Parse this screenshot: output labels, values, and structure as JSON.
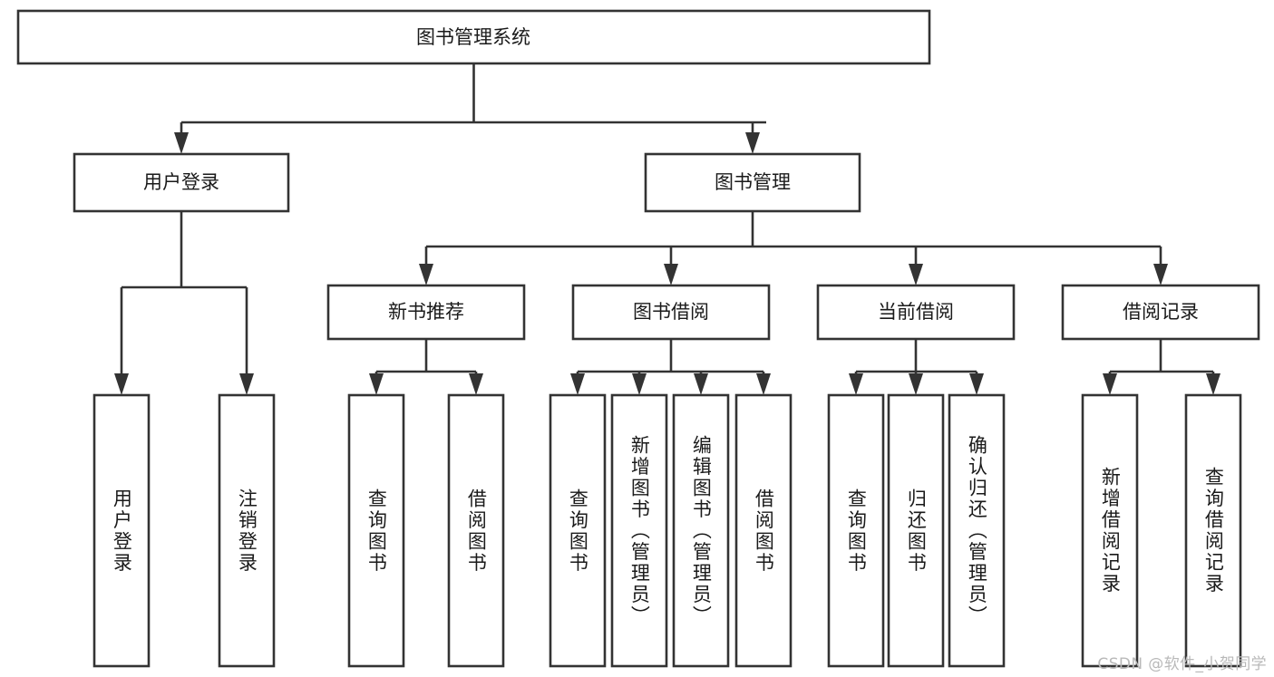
{
  "diagram": {
    "type": "tree",
    "title": "图书管理系统",
    "root": {
      "id": "root",
      "label": "图书管理系统"
    },
    "level2": [
      {
        "id": "user-login",
        "label": "用户登录"
      },
      {
        "id": "book-manage",
        "label": "图书管理"
      }
    ],
    "level3": [
      {
        "id": "new-book-recommend",
        "label": "新书推荐",
        "parent": "book-manage"
      },
      {
        "id": "book-borrow",
        "label": "图书借阅",
        "parent": "book-manage"
      },
      {
        "id": "current-borrow",
        "label": "当前借阅",
        "parent": "book-manage"
      },
      {
        "id": "borrow-record",
        "label": "借阅记录",
        "parent": "book-manage"
      }
    ],
    "leaves": [
      {
        "id": "leaf-user-login",
        "label": "用户登录",
        "parent": "user-login"
      },
      {
        "id": "leaf-logout-login",
        "label": "注销登录",
        "parent": "user-login"
      },
      {
        "id": "leaf-query-book-1",
        "label": "查询图书",
        "parent": "new-book-recommend"
      },
      {
        "id": "leaf-borrow-book-1",
        "label": "借阅图书",
        "parent": "new-book-recommend"
      },
      {
        "id": "leaf-query-book-2",
        "label": "查询图书",
        "parent": "book-borrow"
      },
      {
        "id": "leaf-add-book",
        "label": "新增图书（管理员）",
        "parent": "book-borrow"
      },
      {
        "id": "leaf-edit-book",
        "label": "编辑图书（管理员）",
        "parent": "book-borrow"
      },
      {
        "id": "leaf-borrow-book-2",
        "label": "借阅图书",
        "parent": "book-borrow"
      },
      {
        "id": "leaf-query-book-3",
        "label": "查询图书",
        "parent": "current-borrow"
      },
      {
        "id": "leaf-return-book",
        "label": "归还图书",
        "parent": "current-borrow"
      },
      {
        "id": "leaf-confirm-return",
        "label": "确认归还（管理员）",
        "parent": "current-borrow"
      },
      {
        "id": "leaf-add-record",
        "label": "新增借阅记录",
        "parent": "borrow-record"
      },
      {
        "id": "leaf-query-record",
        "label": "查询借阅记录",
        "parent": "borrow-record"
      }
    ],
    "colors": {
      "stroke": "#333333",
      "fill": "#ffffff",
      "text": "#1a1a1a",
      "watermark": "#b9b9b9"
    }
  },
  "watermark": {
    "text": "CSDN @软件_小贺同学"
  }
}
